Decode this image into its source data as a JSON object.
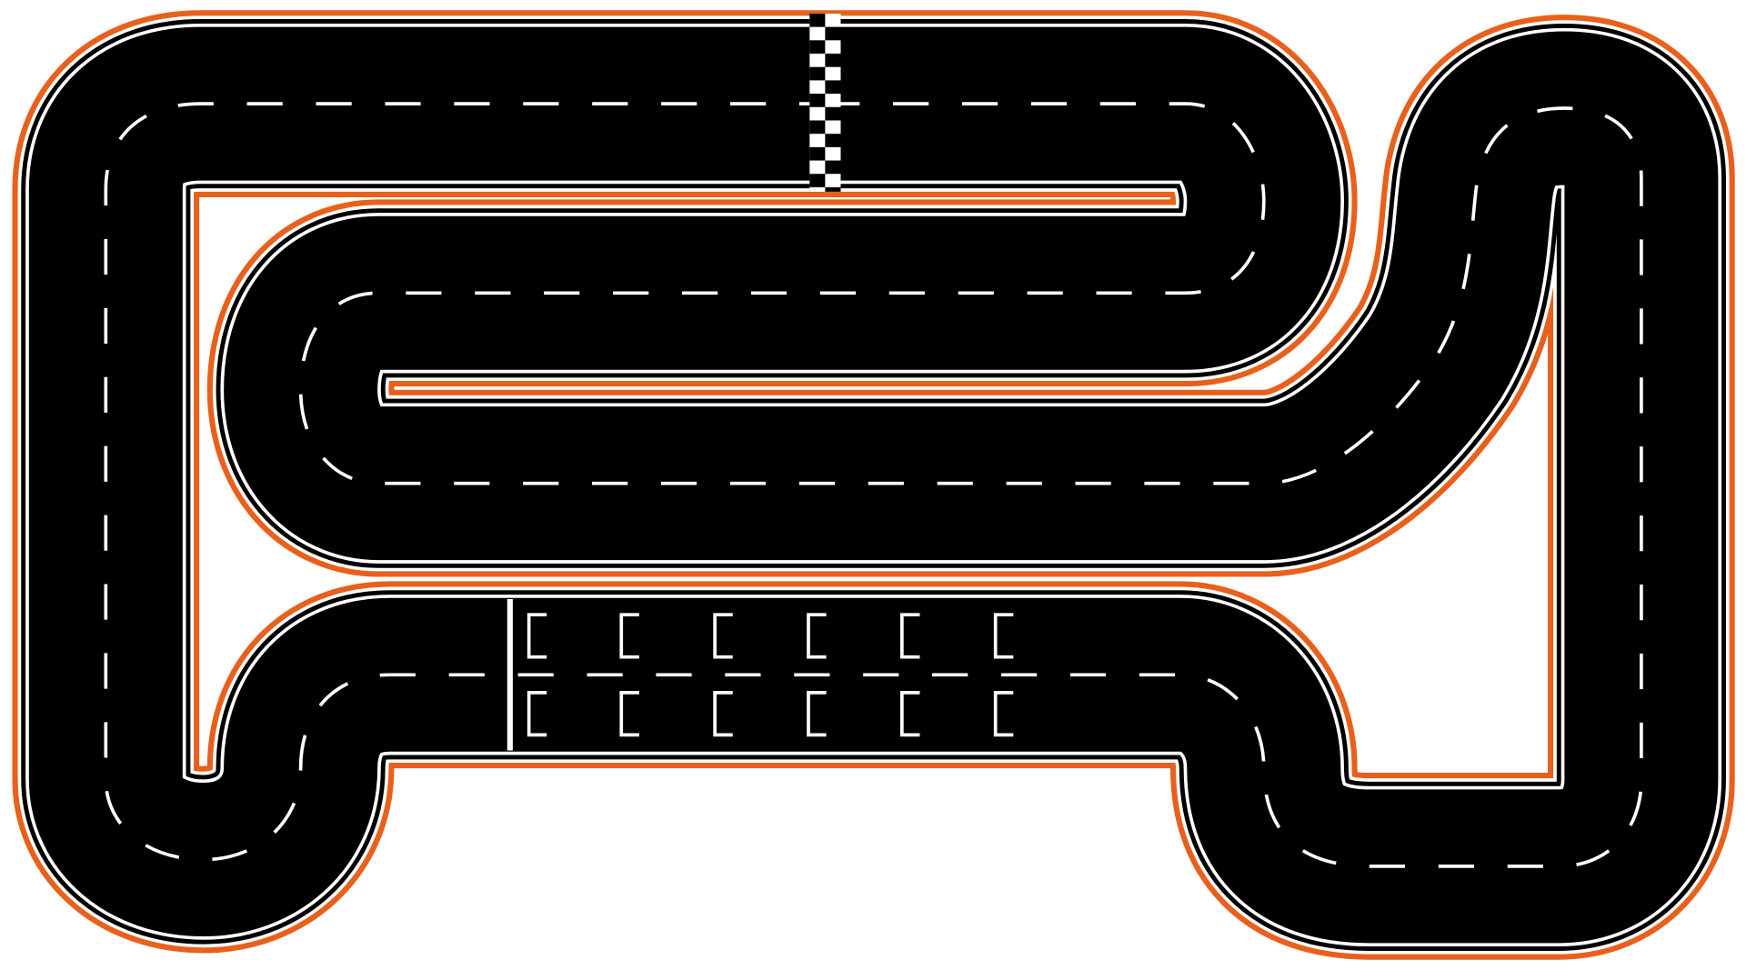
{
  "track": {
    "colors": {
      "edge": "#E8601C",
      "road": "#000000",
      "lines": "#FFFFFF",
      "background": "#FFFFFF"
    },
    "features": [
      "checkered-start-finish-line",
      "starting-grid",
      "dashed-center-line"
    ],
    "grid_slots_per_row": 6,
    "grid_rows": 2
  }
}
